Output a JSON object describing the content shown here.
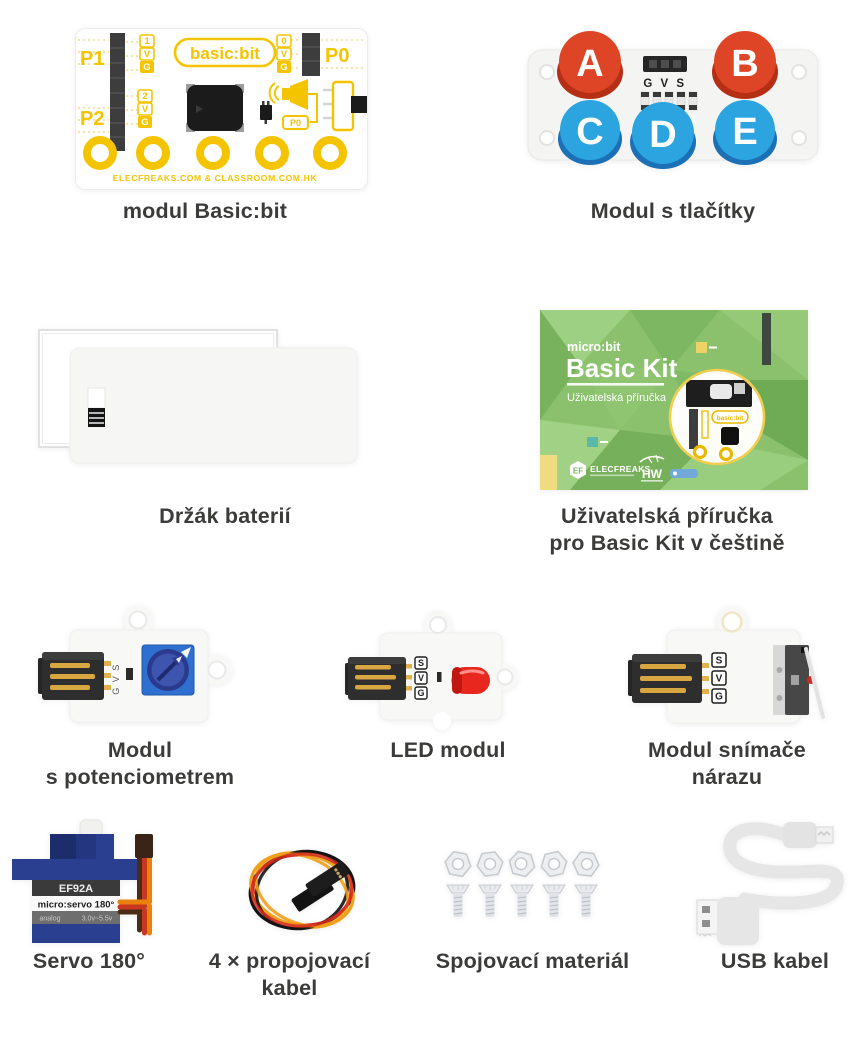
{
  "products": {
    "basicbit": {
      "caption": "modul Basic:bit",
      "p1": "P1",
      "p2": "P2",
      "col1": [
        "1",
        "V",
        "G"
      ],
      "col2": [
        "2",
        "V",
        "G"
      ],
      "col0": [
        "0",
        "V",
        "G"
      ],
      "logo": "basic:bit",
      "p0": "P0",
      "p0_box": "P0",
      "footer": "ELECFREAKS.COM & CLASSROOM.COM.HK"
    },
    "buttons": {
      "caption": "Modul s tlačítky",
      "a": "A",
      "b": "B",
      "c": "C",
      "d": "D",
      "e": "E",
      "pins": "G V S"
    },
    "battery": {
      "caption": "Držák baterií"
    },
    "manual": {
      "caption1": "Uživatelská příručka",
      "caption2": "pro Basic Kit v češtině",
      "brand": "micro:bit",
      "title": "Basic Kit",
      "subtitle": "Uživatelská příručka",
      "logo_text": "ELECFREAKS",
      "logo_ef": "EF",
      "hw": "HW",
      "mini_logo": "basic:bit"
    },
    "pot": {
      "caption1": "Modul",
      "caption2": "s potenciometrem",
      "pins": "G V S"
    },
    "led": {
      "caption": "LED modul",
      "pin_s": "S",
      "pin_v": "V",
      "pin_g": "G"
    },
    "crash": {
      "caption1": "Modul snímače",
      "caption2": "nárazu",
      "pin_s": "S",
      "pin_v": "V",
      "pin_g": "G"
    },
    "servo": {
      "caption": "Servo 180°",
      "model": "EF92A",
      "name": "micro:servo 180°",
      "type": "analog",
      "volt": "3.0v~5.5v"
    },
    "cables": {
      "caption1": "4 × propojovací",
      "caption2": "kabel"
    },
    "hardware": {
      "caption": "Spojovací materiál"
    },
    "usb": {
      "caption": "USB kabel"
    }
  },
  "colors": {
    "accent_yellow": "#F5C400",
    "text": "#3B3B3A",
    "button_red": "#DE4526",
    "button_red_dark": "#B52F15",
    "button_blue": "#2CA4DF",
    "button_blue_dark": "#1B70B6",
    "servo_blue": "#2A3F8F",
    "manual_green": "#8BC16D",
    "pot_blue": "#2E6FD0",
    "led_red": "#E8281E"
  }
}
